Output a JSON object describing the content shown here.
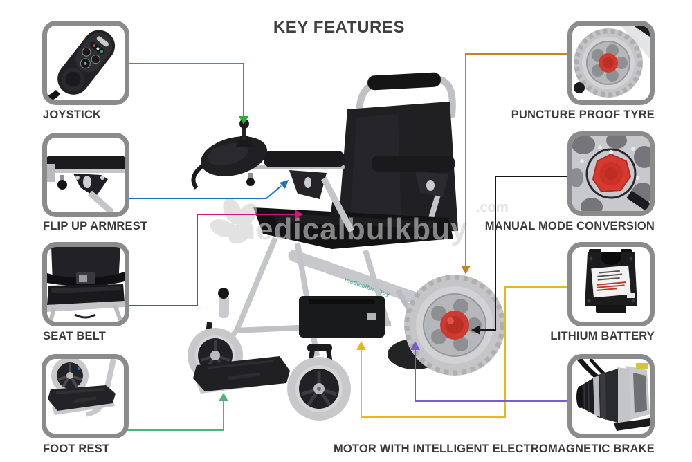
{
  "title": "KEY FEATURES",
  "watermark": {
    "text": "medicalbulkbuy",
    "suffix": ".com"
  },
  "features": {
    "left": [
      {
        "label": "JOYSTICK",
        "color": "#2faa33"
      },
      {
        "label": "FLIP UP ARMREST",
        "color": "#1a72c4"
      },
      {
        "label": "SEAT BELT",
        "color": "#d6137e"
      },
      {
        "label": "FOOT REST",
        "color": "#45b97c"
      }
    ],
    "right": [
      {
        "label": "PUNCTURE PROOF TYRE",
        "color": "#c5861b"
      },
      {
        "label": "MANUAL MODE CONVERSION",
        "color": "#161616"
      },
      {
        "label": "LITHIUM BATTERY",
        "color": "#e5b91e"
      },
      {
        "label": "MOTOR WITH INTELLIGENT ELECTROMAGNETIC BRAKE",
        "color": "#7a5bd0"
      }
    ]
  }
}
